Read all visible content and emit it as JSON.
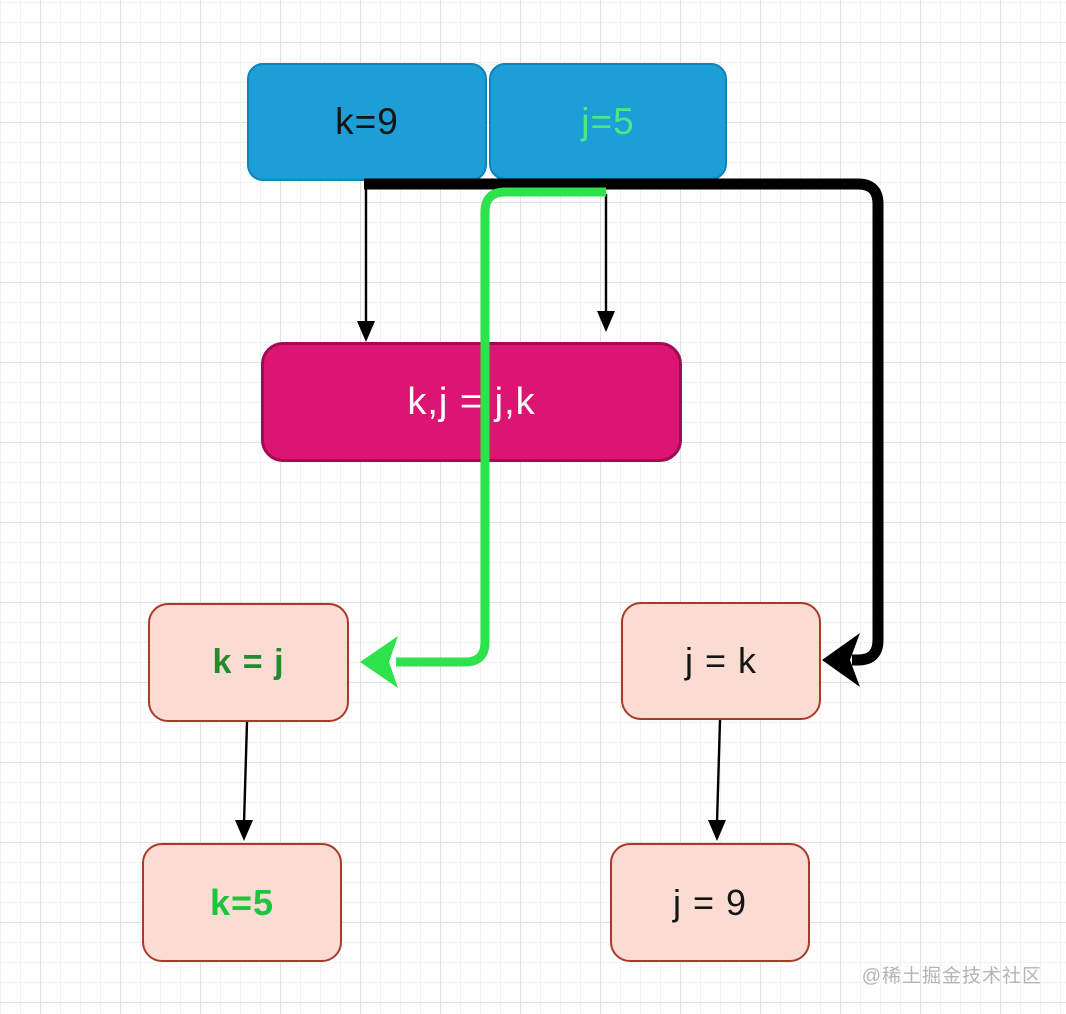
{
  "nodes": {
    "k9": {
      "label": "k=9"
    },
    "j5": {
      "label": "j=5"
    },
    "swap": {
      "label": "k,j = j,k"
    },
    "kj": {
      "label": "k = j"
    },
    "jk": {
      "label": "j = k"
    },
    "k5": {
      "label": "k=5"
    },
    "j9": {
      "label": "j = 9"
    }
  },
  "watermark": "@稀土掘金技术社区",
  "colors": {
    "node_blue_fill": "#1d9ed7",
    "node_blue_border": "#0d84ba",
    "node_magenta_fill": "#dc1472",
    "node_magenta_border": "#9e0c53",
    "node_pink_fill": "#fbdcd3",
    "node_pink_border": "#a93a2a",
    "text_black": "#141414",
    "text_white": "#ffffff",
    "text_mint_green": "#49e988",
    "text_forest_green": "#218b2e",
    "text_bright_green": "#1ec43b",
    "connector_black": "#000000",
    "connector_green": "#2ee24b",
    "grid_minor": "#f4f1f1",
    "grid_major": "#e2dfdf",
    "watermark_gray": "#b4b4b4"
  }
}
